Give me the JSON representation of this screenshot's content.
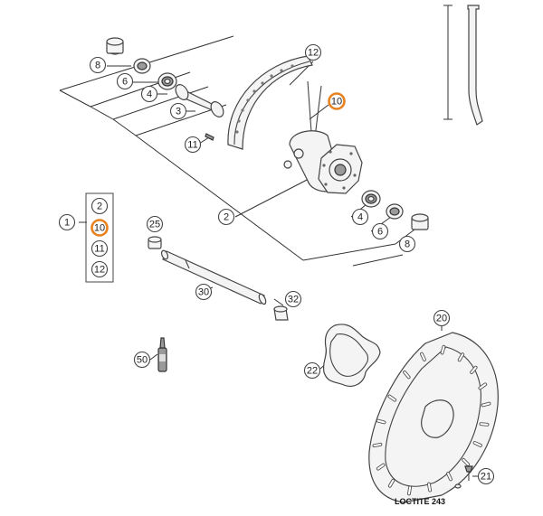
{
  "callouts": [
    {
      "id": "c8a",
      "label": "8"
    },
    {
      "id": "c6a",
      "label": "6"
    },
    {
      "id": "c4a",
      "label": "4"
    },
    {
      "id": "c3",
      "label": "3"
    },
    {
      "id": "c12",
      "label": "12"
    },
    {
      "id": "c10",
      "label": "10",
      "highlight": true
    },
    {
      "id": "c11",
      "label": "11"
    },
    {
      "id": "c2",
      "label": "2"
    },
    {
      "id": "c4b",
      "label": "4"
    },
    {
      "id": "c6b",
      "label": "6"
    },
    {
      "id": "c8b",
      "label": "8"
    },
    {
      "id": "c1",
      "label": "1"
    },
    {
      "id": "c25",
      "label": "25"
    },
    {
      "id": "c30",
      "label": "30"
    },
    {
      "id": "c32",
      "label": "32"
    },
    {
      "id": "c50",
      "label": "50"
    },
    {
      "id": "c20",
      "label": "20"
    },
    {
      "id": "c22",
      "label": "22"
    },
    {
      "id": "c21",
      "label": "21"
    }
  ],
  "kit_box": [
    {
      "label": "2"
    },
    {
      "label": "10",
      "highlight": true
    },
    {
      "label": "11"
    },
    {
      "label": "12"
    }
  ],
  "note": "LOCTITE 243",
  "colors": {
    "highlight": "#e8821e",
    "line": "#333333",
    "part_fill": "#f4f4f4"
  }
}
